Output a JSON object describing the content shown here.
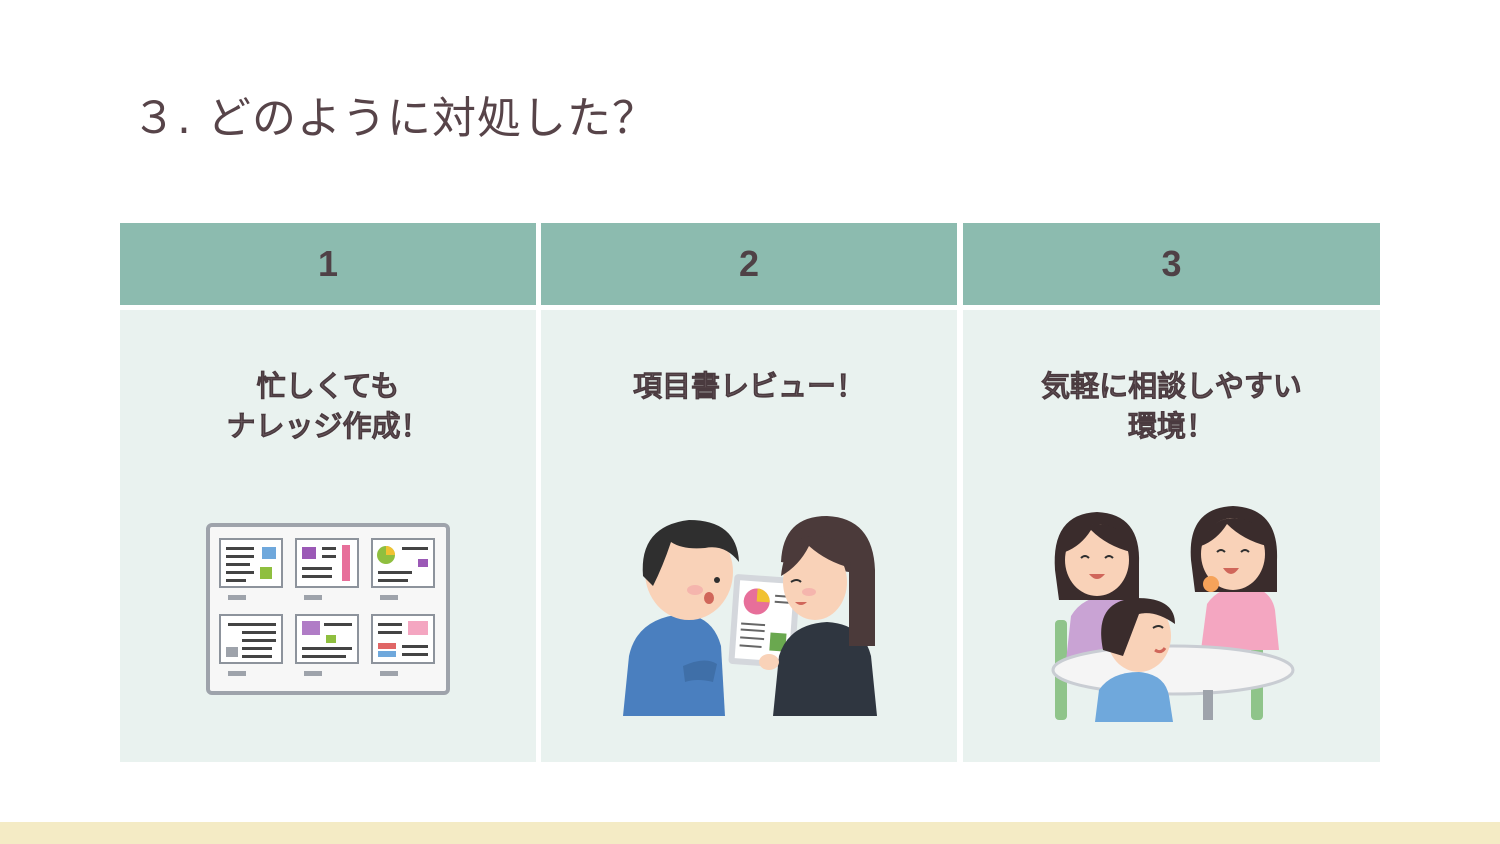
{
  "slide": {
    "title": "３. どのように対処した？"
  },
  "columns": [
    {
      "number": "1",
      "caption_lines": [
        "忙しくても",
        "ナレッジ作成！"
      ],
      "illustration": "bulletin-board-icon"
    },
    {
      "number": "2",
      "caption_lines": [
        "項目書レビュー！"
      ],
      "illustration": "document-review-icon"
    },
    {
      "number": "3",
      "caption_lines": [
        "気軽に相談しやすい",
        "環境！"
      ],
      "illustration": "team-chat-icon"
    }
  ],
  "colors": {
    "header": "#8cbbaf",
    "panel": "#e9f2ef",
    "footer": "#f4ebc5",
    "text": "#574449"
  }
}
